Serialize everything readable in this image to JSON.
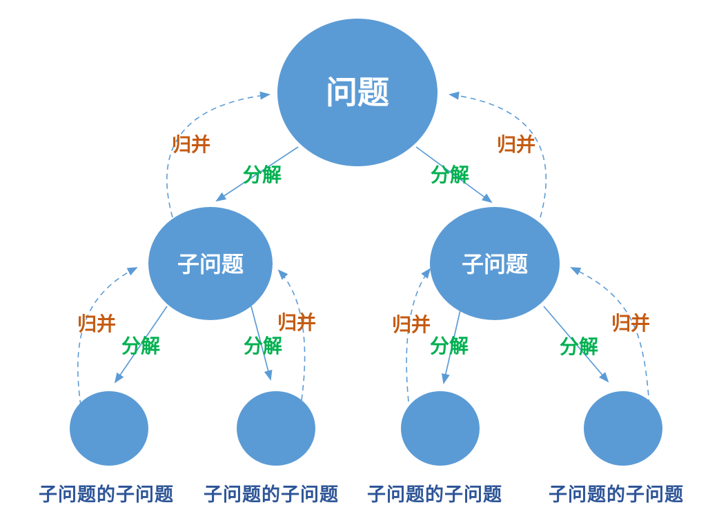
{
  "diagram": {
    "type": "divide-and-conquer-tree",
    "root": {
      "label": "问题"
    },
    "level1": [
      {
        "label": "子问题"
      },
      {
        "label": "子问题"
      }
    ],
    "leaves": [
      {
        "caption": "子问题的子问题"
      },
      {
        "caption": "子问题的子问题"
      },
      {
        "caption": "子问题的子问题"
      },
      {
        "caption": "子问题的子问题"
      }
    ],
    "edge_labels": {
      "decompose": "分解",
      "merge": "归并"
    },
    "colors": {
      "node_fill": "#5B9BD5",
      "arrow": "#5B9BD5",
      "merge_label": "#C55A11",
      "decompose_label": "#00B050",
      "leaf_caption": "#2E5597",
      "node_text": "#FFFFFF"
    }
  }
}
